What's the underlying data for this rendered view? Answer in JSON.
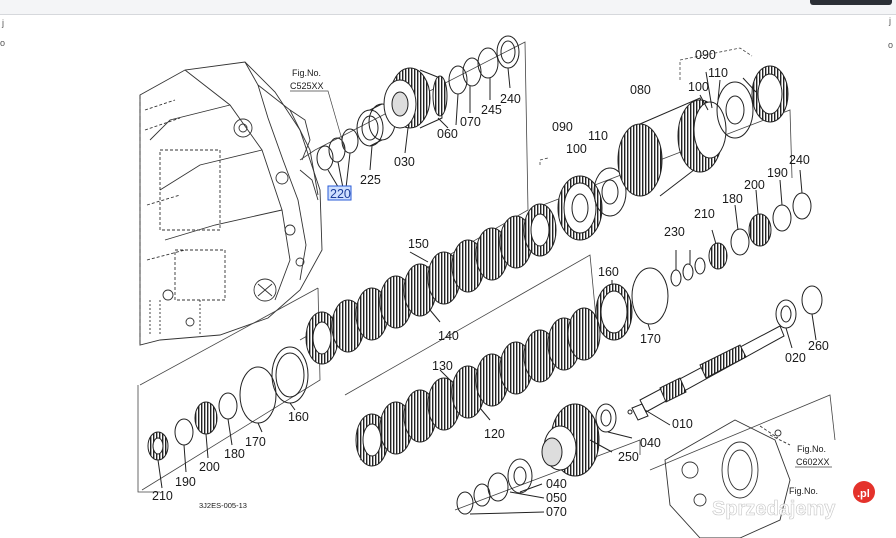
{
  "parts": {
    "top_housing": [
      "220",
      "225",
      "030",
      "060",
      "070",
      "245",
      "240"
    ],
    "top_right": [
      "090",
      "110",
      "080",
      "100"
    ],
    "mid_right": [
      "090",
      "100",
      "110",
      "240",
      "190",
      "200",
      "180",
      "210",
      "230",
      "150"
    ],
    "pack_upper": [
      "140",
      "160",
      "170",
      "020",
      "260"
    ],
    "pack_lower": [
      "130",
      "120",
      "010",
      "040",
      "250"
    ],
    "bottom_left": [
      "160",
      "170",
      "180",
      "200",
      "190",
      "210"
    ],
    "bottom_mid": [
      "040",
      "050",
      "070"
    ],
    "selected": "220"
  },
  "figure_refs": {
    "upper": {
      "title": "Fig.No.",
      "code": "C525XX"
    },
    "lower_right": {
      "title": "Fig.No.",
      "code": "C602XX"
    },
    "bottom_right": {
      "title": "Fig.No."
    }
  },
  "diagram_code": "3J2ES-005-13",
  "watermark": {
    "name": "Sprzedajemy",
    "suffix": ".pl",
    "color": "#e4322b"
  },
  "edge_marks": {
    "left1": "j",
    "left2": "o",
    "right1": "j",
    "right2": "o"
  }
}
